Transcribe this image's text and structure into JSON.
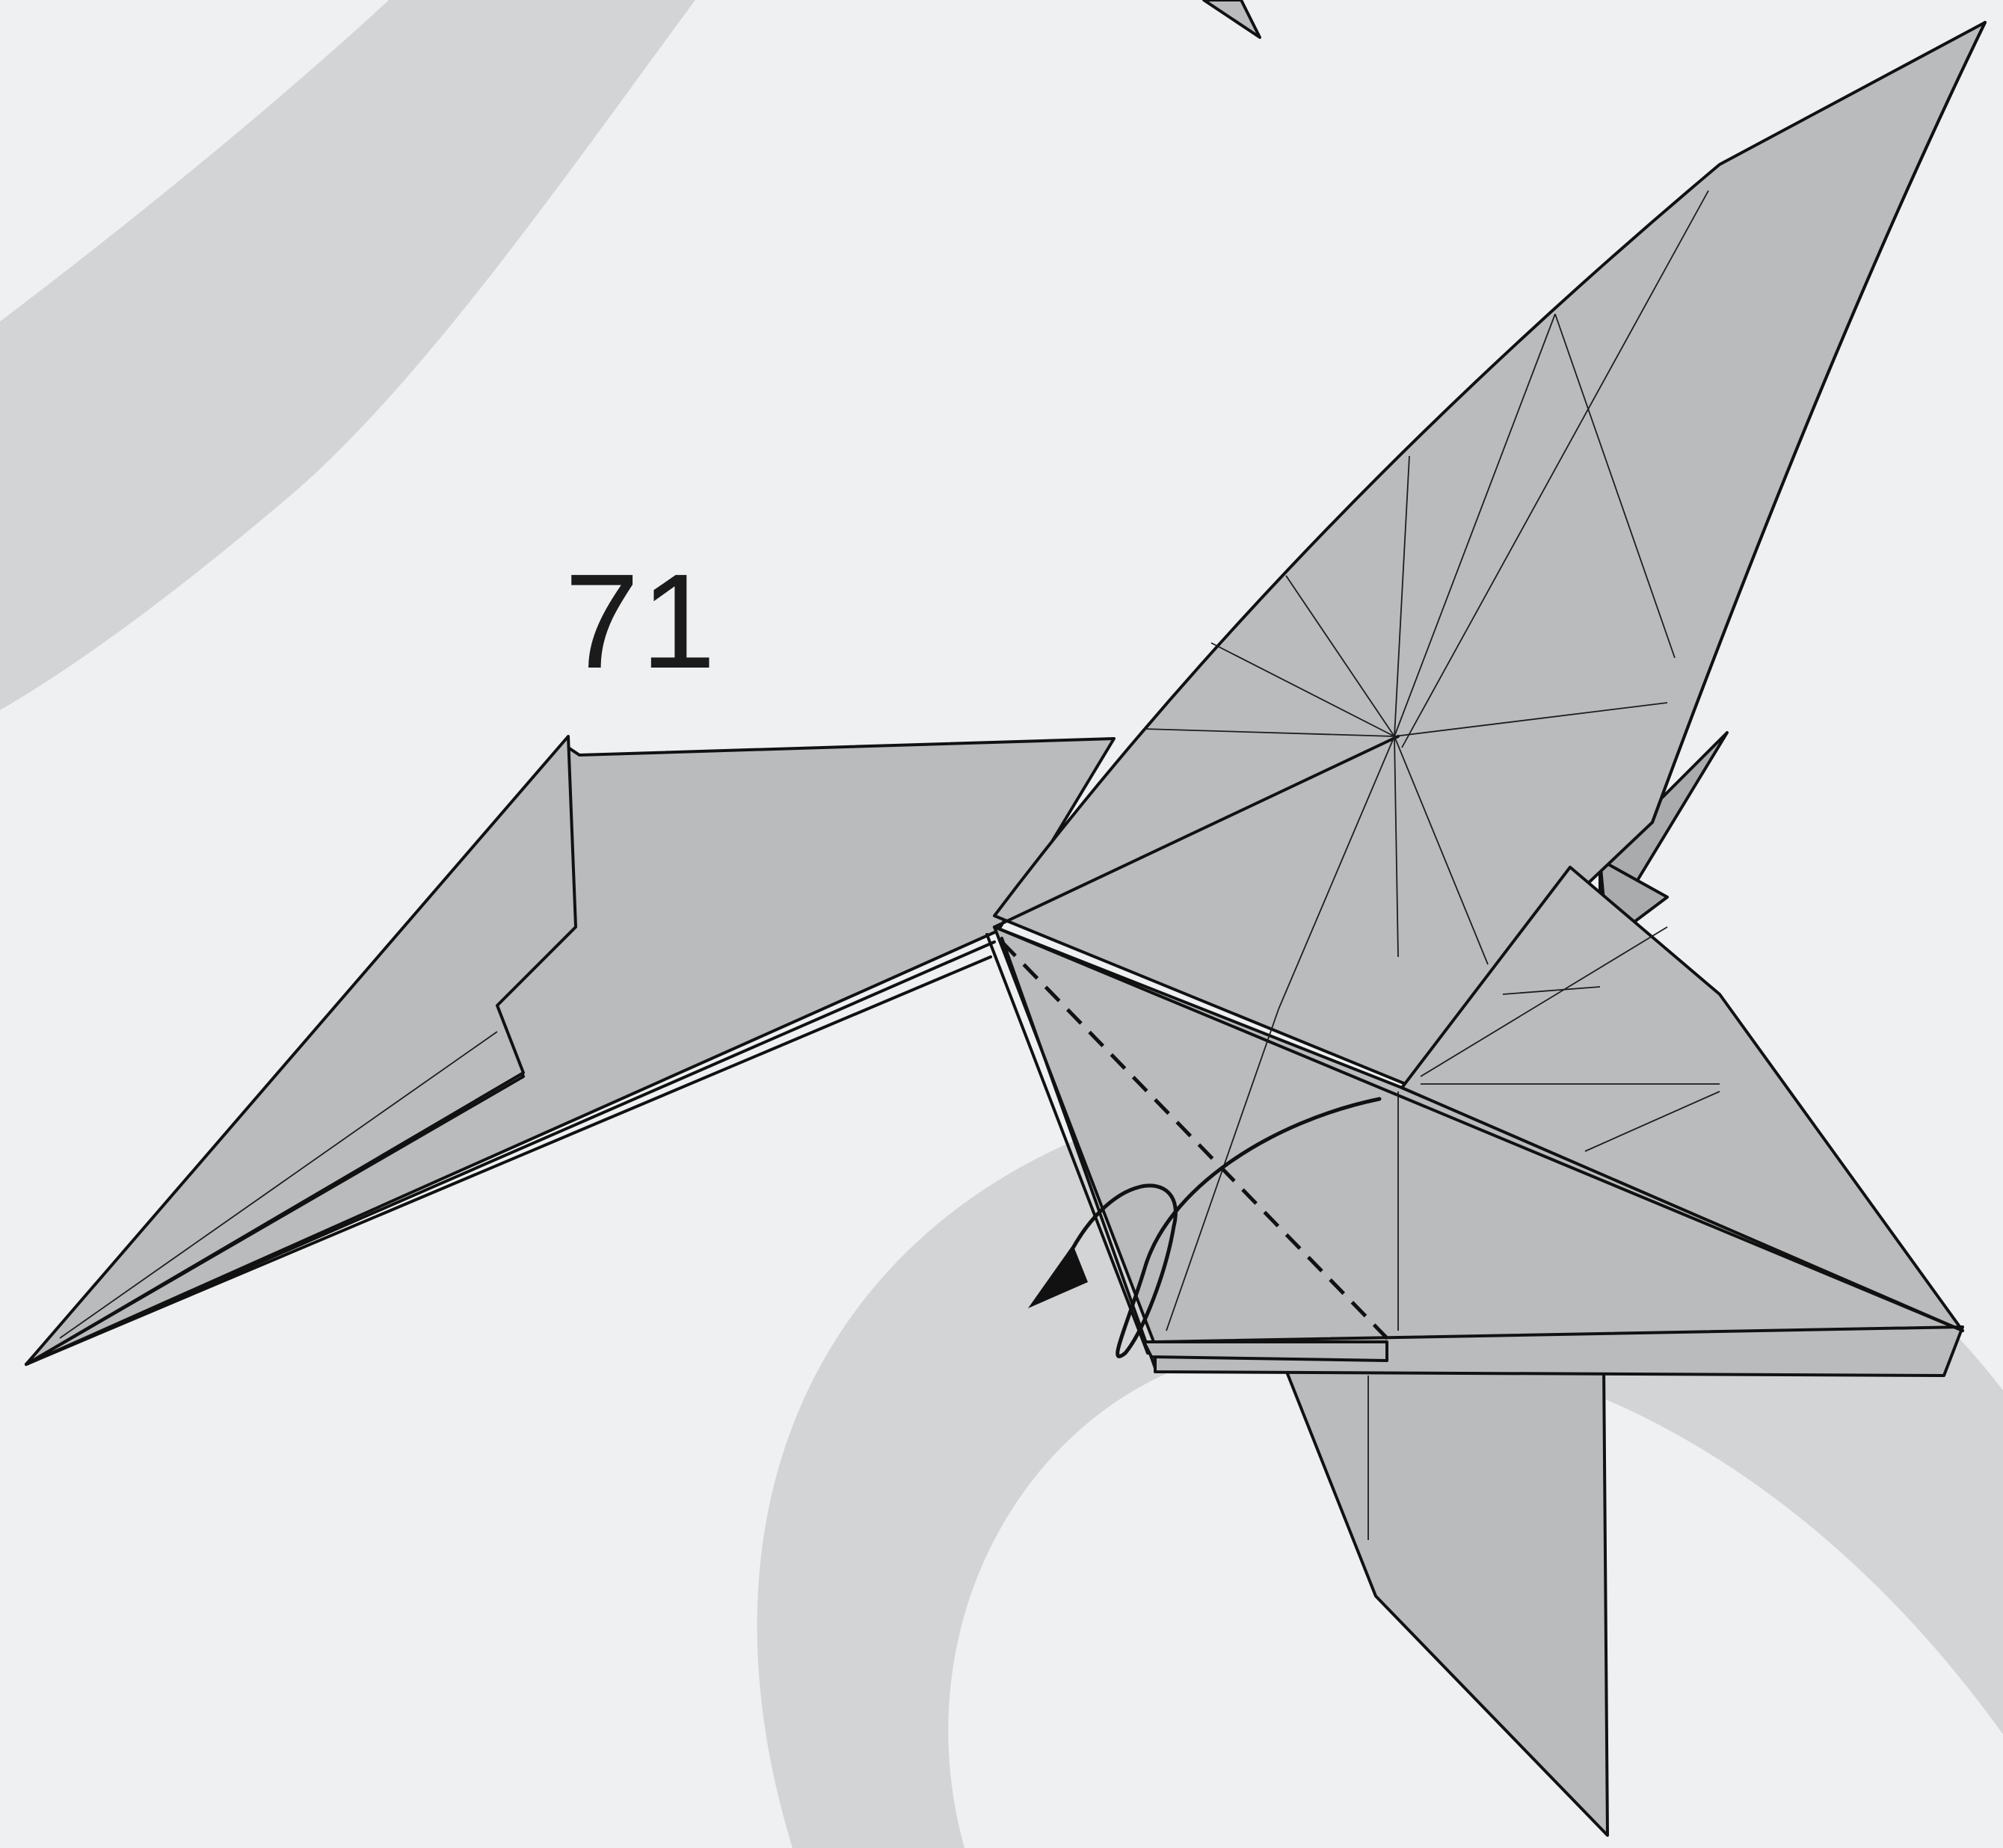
{
  "diagram": {
    "step_number": "71",
    "fold_type": "valley-fold",
    "arrow_direction": "down-left",
    "colors": {
      "background": "#eef0f1",
      "background_band": "#d2d4d6",
      "paper": "#b9bbbd",
      "lines": "#111111"
    }
  }
}
